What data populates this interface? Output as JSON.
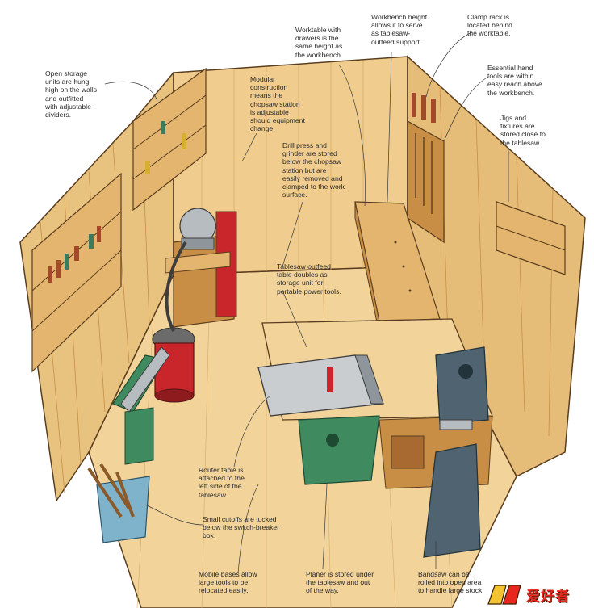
{
  "callouts": {
    "storage_units": "Open storage\nunits are hung\nhigh on the walls\nand outfitted\nwith adjustable\ndividers.",
    "modular": "Modular\nconstruction\nmeans the\nchopsaw station\nis adjustable\nshould equipment\nchange.",
    "drill_press": "Drill press and\ngrinder are stored\nbelow the chopsaw\nstation but are\neasily removed and\nclamped to the work\nsurface.",
    "worktable": "Worktable with\ndrawers is the\nsame height as\nthe workbench.",
    "workbench_height": "Workbench height\nallows it to serve\nas tablesaw-\noutfeed support.",
    "clamp_rack": "Clamp rack is\nlocated behind\nthe worktable.",
    "hand_tools": "Essential hand\ntools are within\neasy reach above\nthe workbench.",
    "jigs": "Jigs and\nfixtures are\nstored close to\nthe tablesaw.",
    "outfeed_table": "Tablesaw outfeed\ntable doubles as\nstorage unit for\nportable power tools.",
    "router_table": "Router table is\nattached to the\nleft side of the\ntablesaw.",
    "cutoffs": "Small cutoffs are tucked\nbelow the switch-breaker\nbox.",
    "mobile_bases": "Mobile bases allow\nlarge tools to be\nrelocated easily.",
    "planer": "Planer is stored under\nthe tablesaw and out\nof the way.",
    "bandsaw": "Bandsaw can be\nrolled into open area\nto handle large stock."
  },
  "logo_text": "爱好者",
  "colors": {
    "wood_light": "#f2d39a",
    "wood_mid": "#e3b56e",
    "wood_dark": "#c98e45",
    "wall_shade": "#e8c27f",
    "machine_green": "#3f8a5e",
    "dust_red": "#c8262a",
    "bandsaw_slate": "#4f6470",
    "line": "#5a3d1e"
  }
}
